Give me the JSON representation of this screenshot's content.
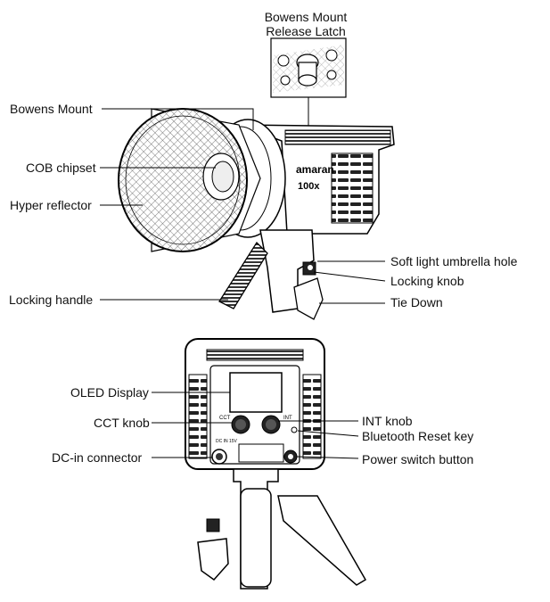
{
  "labels": {
    "bowens_mount_release_latch_line1": "Bowens Mount",
    "bowens_mount_release_latch_line2": "Release Latch",
    "bowens_mount": "Bowens Mount",
    "cob_chipset": "COB chipset",
    "hyper_reflector": "Hyper reflector",
    "soft_light_umbrella_hole": "Soft light umbrella hole",
    "locking_knob": "Locking knob",
    "locking_handle": "Locking handle",
    "tie_down": "Tie Down",
    "oled_display": "OLED Display",
    "cct_knob": "CCT knob",
    "int_knob": "INT knob",
    "bluetooth_reset_key": "Bluetooth Reset key",
    "dc_in_connector": "DC-in connector",
    "power_switch_button": "Power switch button"
  },
  "device_markings": {
    "brand": "amaran",
    "model": "100x",
    "cct": "CCT",
    "int": "INT",
    "dc": "DC IN 15V"
  }
}
